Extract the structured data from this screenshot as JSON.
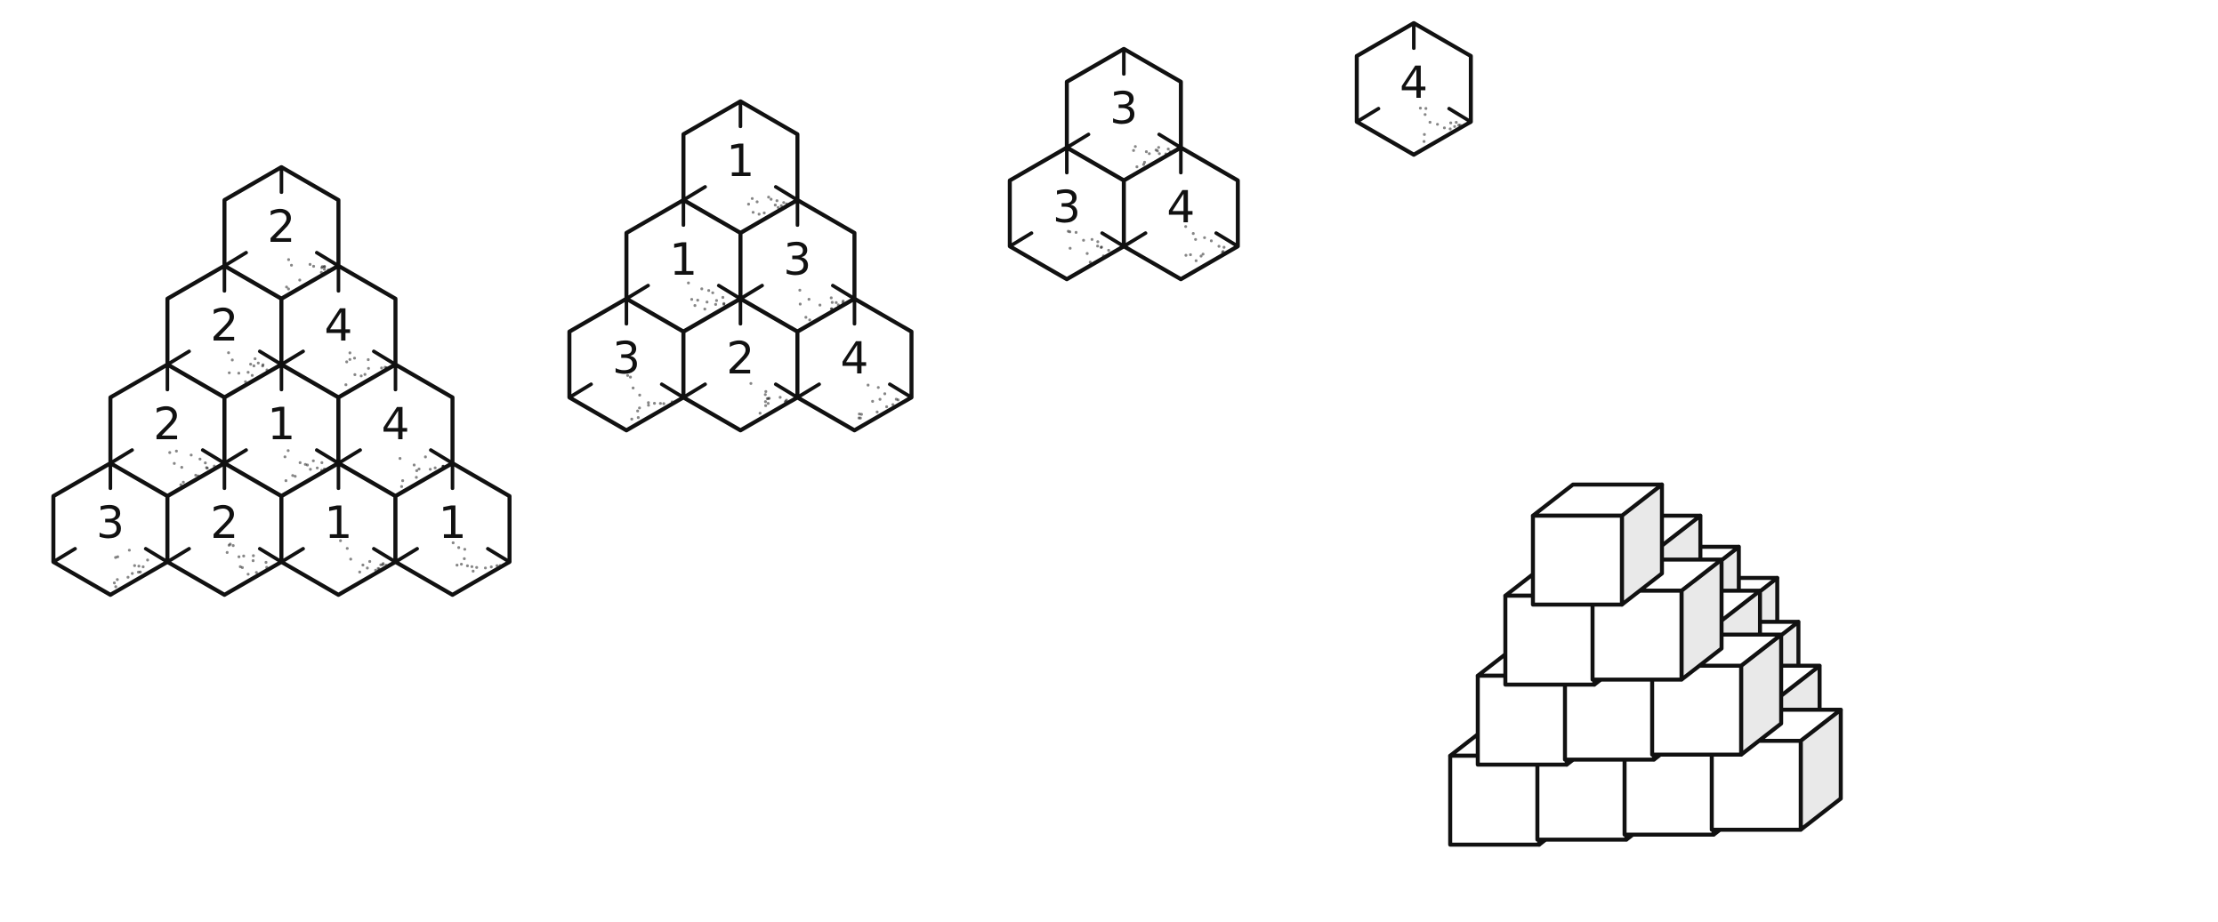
{
  "stacks": [
    {
      "layers": [
        [
          "2"
        ],
        [
          "2",
          "4"
        ],
        [
          "2",
          "1",
          "4"
        ],
        [
          "3",
          "2",
          "1",
          "1"
        ]
      ]
    },
    {
      "layers": [
        [
          "1"
        ],
        [
          "1",
          "3"
        ],
        [
          "3",
          "2",
          "4"
        ]
      ]
    },
    {
      "layers": [
        [
          "3"
        ],
        [
          "3",
          "4"
        ]
      ]
    },
    {
      "layers": [
        [
          "4"
        ]
      ]
    }
  ],
  "assembled_pyramid": {
    "layer_sizes": [
      4,
      3,
      2,
      1
    ]
  }
}
